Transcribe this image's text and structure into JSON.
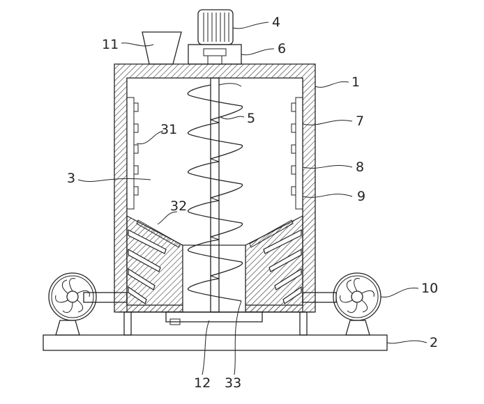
{
  "labels": {
    "l1": "1",
    "l2": "2",
    "l3": "3",
    "l4": "4",
    "l5": "5",
    "l6": "6",
    "l7": "7",
    "l8": "8",
    "l9": "9",
    "l10": "10",
    "l11": "11",
    "l12": "12",
    "l31": "31",
    "l32": "32",
    "l33": "33"
  },
  "colors": {
    "line": "#222222",
    "hatch": "#333333",
    "background": "#ffffff"
  }
}
